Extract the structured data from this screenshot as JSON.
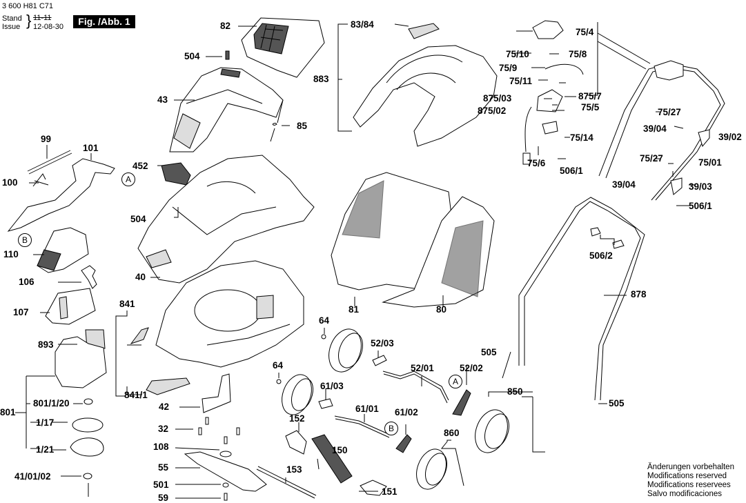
{
  "header": {
    "doc_number": "3 600 H81 C71",
    "stand_label": "Stand",
    "issue_label": "Issue",
    "stand_value": "11-11",
    "issue_value": "12-08-30",
    "figure_label": "Fig. /Abb. 1"
  },
  "callouts": {
    "A": "A",
    "B": "B"
  },
  "parts": {
    "p82": "82",
    "p504a": "504",
    "p43": "43",
    "p85": "85",
    "p883": "883",
    "p8384": "83/84",
    "p99": "99",
    "p101": "101",
    "p100": "100",
    "p452": "452",
    "p504b": "504",
    "p40": "40",
    "p110": "110",
    "p106": "106",
    "p107": "107",
    "p841": "841",
    "p893": "893",
    "p801": "801",
    "p801120": "801/1/20",
    "p117": "1/17",
    "p121": "1/21",
    "p410102": "41/01/02",
    "p8411": "841/1",
    "p42": "42",
    "p32": "32",
    "p108": "108",
    "p55": "55",
    "p501": "501",
    "p59": "59",
    "p81": "81",
    "p80": "80",
    "p64a": "64",
    "p5203": "52/03",
    "p64b": "64",
    "p6103": "61/03",
    "p5201": "52/01",
    "p5202": "52/02",
    "p152": "152",
    "p6101": "61/01",
    "p6102": "61/02",
    "p150": "150",
    "p153": "153",
    "p151": "151",
    "p860": "860",
    "p850": "850",
    "p505a": "505",
    "p505b": "505",
    "p878": "878",
    "p5062": "506/2",
    "p754": "75/4",
    "p7510": "75/10",
    "p758": "75/8",
    "p759": "75/9",
    "p7511": "75/11",
    "p87503": "875/03",
    "p8757": "875/7",
    "p87502": "875/02",
    "p755": "75/5",
    "p7514": "75/14",
    "p756": "75/6",
    "p5061a": "506/1",
    "p7527a": "75/27",
    "p3904a": "39/04",
    "p3902": "39/02",
    "p7527b": "75/27",
    "p7501": "75/01",
    "p3904b": "39/04",
    "p3903": "39/03",
    "p5061b": "506/1"
  },
  "footer_notes": [
    "Änderungen vorbehalten",
    "Modifications reserved",
    "Modifications reservees",
    "Salvo modificaciones"
  ]
}
